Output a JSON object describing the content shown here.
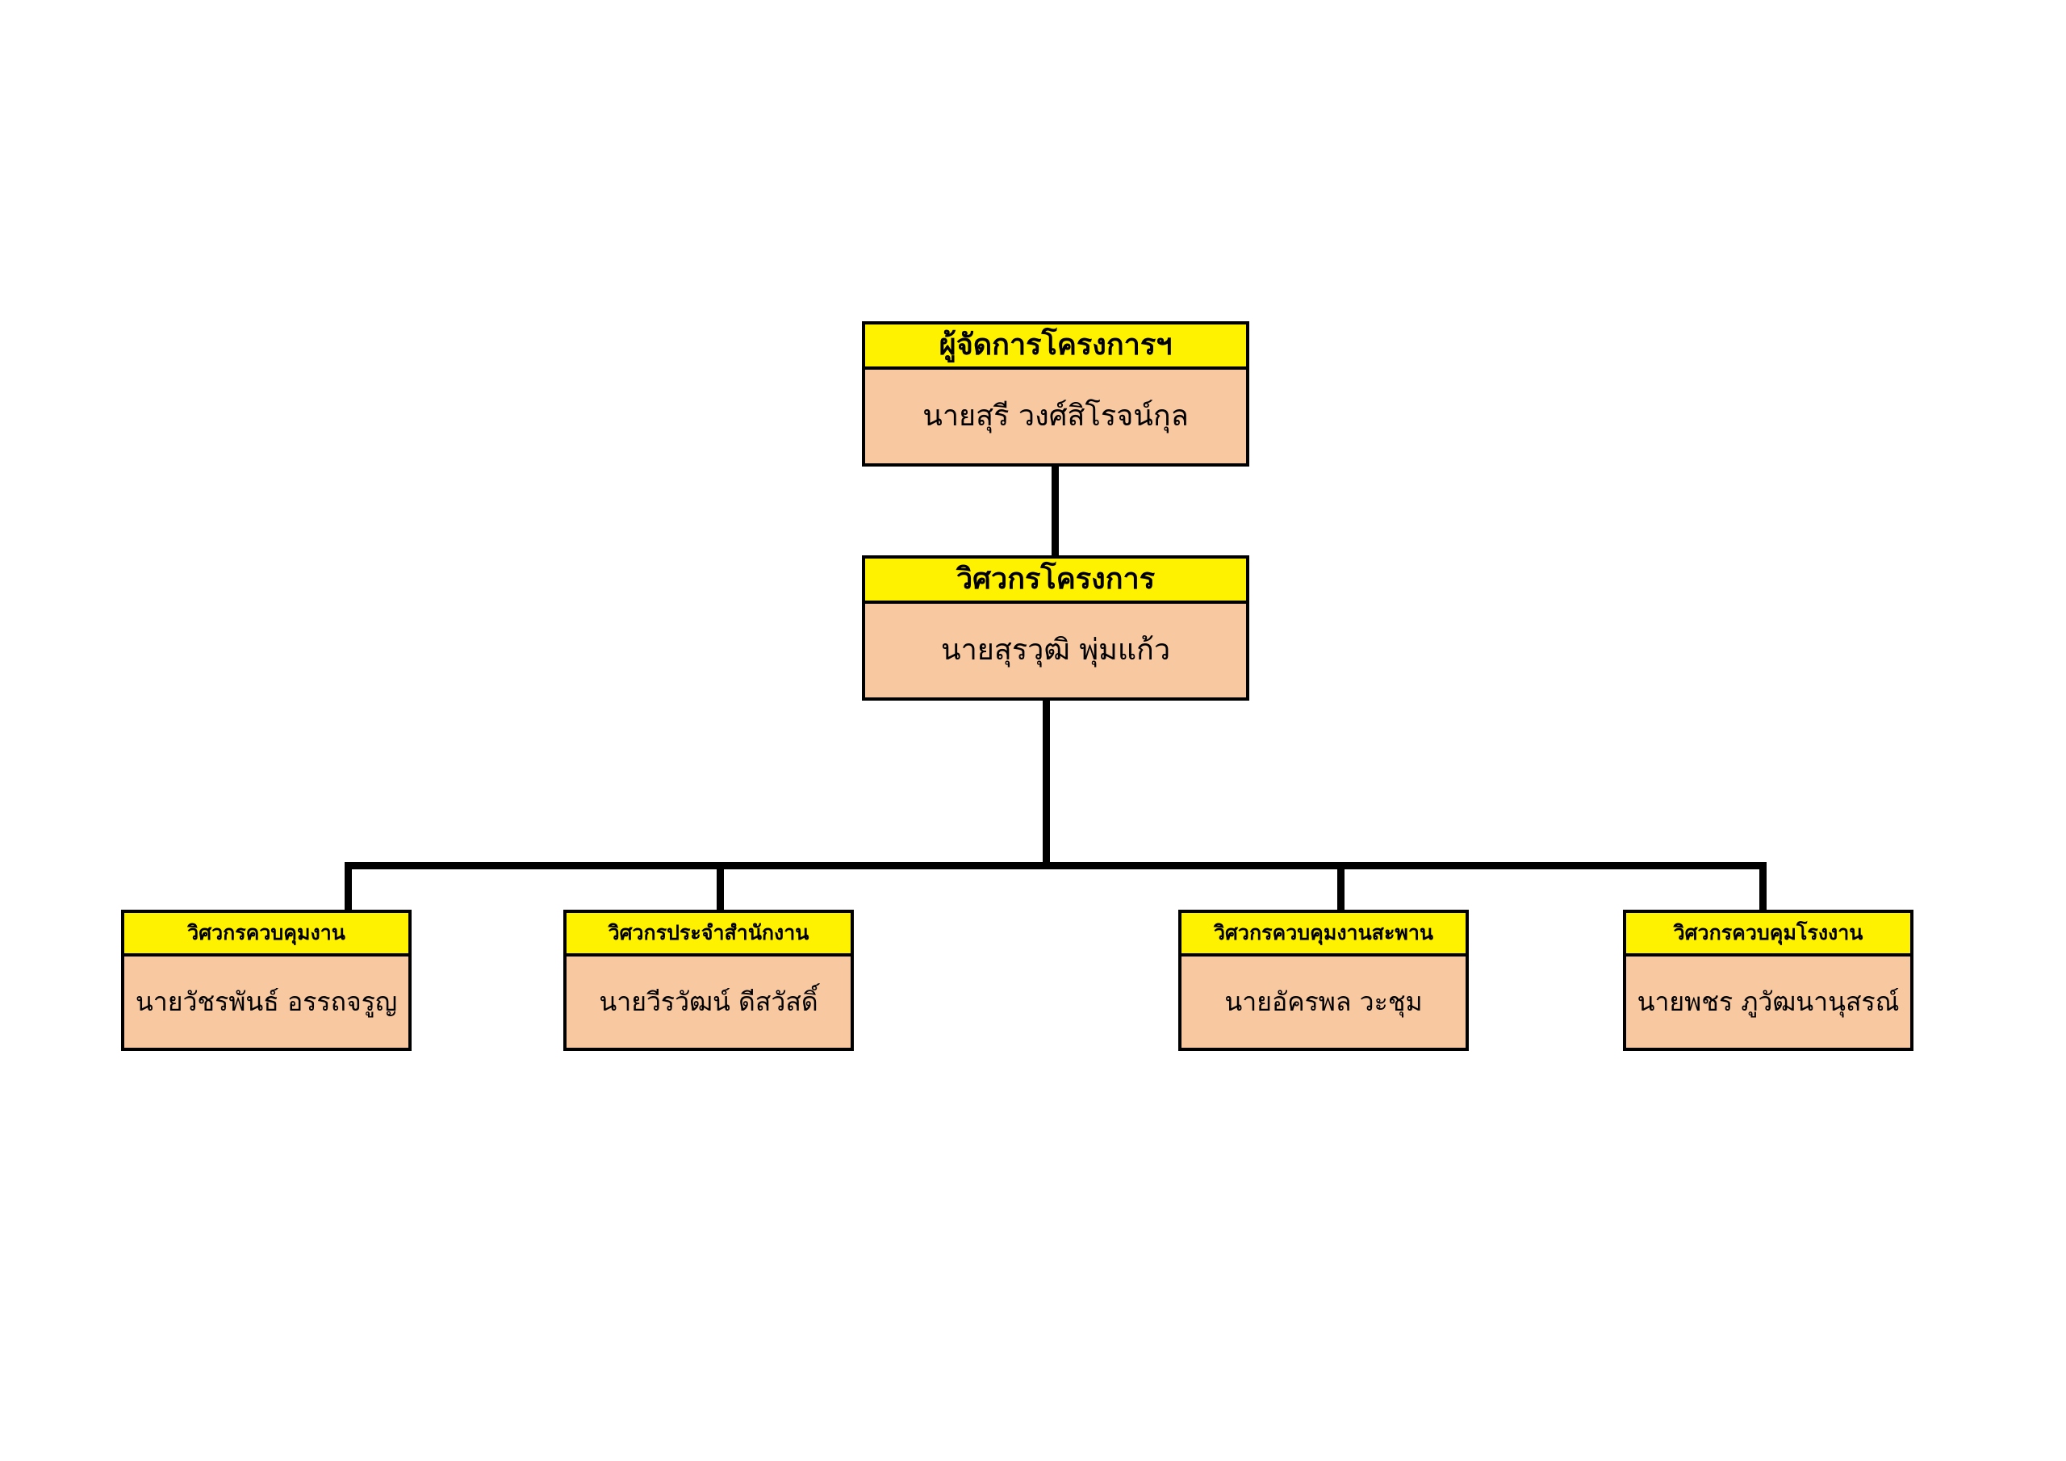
{
  "chart_data": {
    "type": "diagram",
    "title": "",
    "diagram_kind": "organization-chart",
    "orientation": "top-down",
    "levels": 3,
    "colors": {
      "title_bar": "#FFF200",
      "body": "#F8C8A0",
      "border": "#000000",
      "connector": "#000000",
      "background": "#FFFFFF"
    },
    "nodes": [
      {
        "id": "project-manager",
        "level": 1,
        "title": "ผู้จัดการโครงการฯ",
        "name": "นายสุรี วงศ์สิโรจน์กุล",
        "parent": null
      },
      {
        "id": "project-engineer",
        "level": 2,
        "title": "วิศวกรโครงการ",
        "name": "นายสุรวุฒิ พุ่มแก้ว",
        "parent": "project-manager"
      },
      {
        "id": "site-supervising-engineer",
        "level": 3,
        "title": "วิศวกรควบคุมงาน",
        "name": "นายวัชรพันธ์  อรรถจรูญ",
        "parent": "project-engineer"
      },
      {
        "id": "office-engineer",
        "level": 3,
        "title": "วิศวกรประจำสำนักงาน",
        "name": "นายวีรวัฒน์  ดีสวัสดิ์",
        "parent": "project-engineer"
      },
      {
        "id": "bridge-supervising-engineer",
        "level": 3,
        "title": "วิศวกรควบคุมงานสะพาน",
        "name": "นายอัครพล  วะชุม",
        "parent": "project-engineer"
      },
      {
        "id": "plant-supervising-engineer",
        "level": 3,
        "title": "วิศวกรควบคุมโรงงาน",
        "name": "นายพชร  ภูวัฒนานุสรณ์",
        "parent": "project-engineer"
      }
    ]
  },
  "top": {
    "title": "ผู้จัดการโครงการฯ",
    "name": "นายสุรี วงศ์สิโรจน์กุล"
  },
  "middle": {
    "title": "วิศวกรโครงการ",
    "name": "นายสุรวุฒิ พุ่มแก้ว"
  },
  "leaves": [
    {
      "title": "วิศวกรควบคุมงาน",
      "name": "นายวัชรพันธ์  อรรถจรูญ"
    },
    {
      "title": "วิศวกรประจำสำนักงาน",
      "name": "นายวีรวัฒน์  ดีสวัสดิ์"
    },
    {
      "title": "วิศวกรควบคุมงานสะพาน",
      "name": "นายอัครพล  วะชุม"
    },
    {
      "title": "วิศวกรควบคุมโรงงาน",
      "name": "นายพชร  ภูวัฒนานุสรณ์"
    }
  ]
}
